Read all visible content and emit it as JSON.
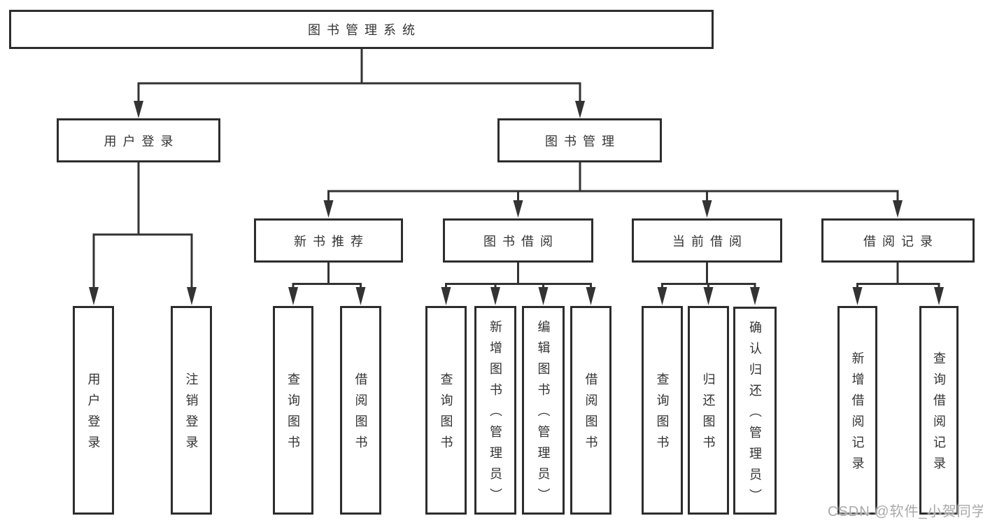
{
  "colors": {
    "line": "#333333",
    "box_border": "#2d2d2d",
    "text": "#333333",
    "watermark": "#a9a9a9",
    "background": "#ffffff"
  },
  "diagram": {
    "root": {
      "label": "图书管理系统"
    },
    "level2": {
      "user_login": {
        "label": "用户登录"
      },
      "book_management": {
        "label": "图书管理"
      }
    },
    "level3": {
      "new_book_recommend": {
        "label": "新书推荐"
      },
      "book_borrow": {
        "label": "图书借阅"
      },
      "current_borrow": {
        "label": "当前借阅"
      },
      "borrow_record": {
        "label": "借阅记录"
      }
    },
    "leaves": {
      "user_login": [
        "用户登录",
        "注销登录"
      ],
      "new_book_recommend": [
        "查询图书",
        "借阅图书"
      ],
      "book_borrow": [
        "查询图书",
        "新增图书（管理员）",
        "编辑图书（管理员）",
        "借阅图书"
      ],
      "current_borrow": [
        "查询图书",
        "归还图书",
        "确认归还（管理员）"
      ],
      "borrow_record": [
        "新增借阅记录",
        "查询借阅记录"
      ]
    }
  },
  "watermark": {
    "text": "CSDN @软件_小贺同学"
  }
}
